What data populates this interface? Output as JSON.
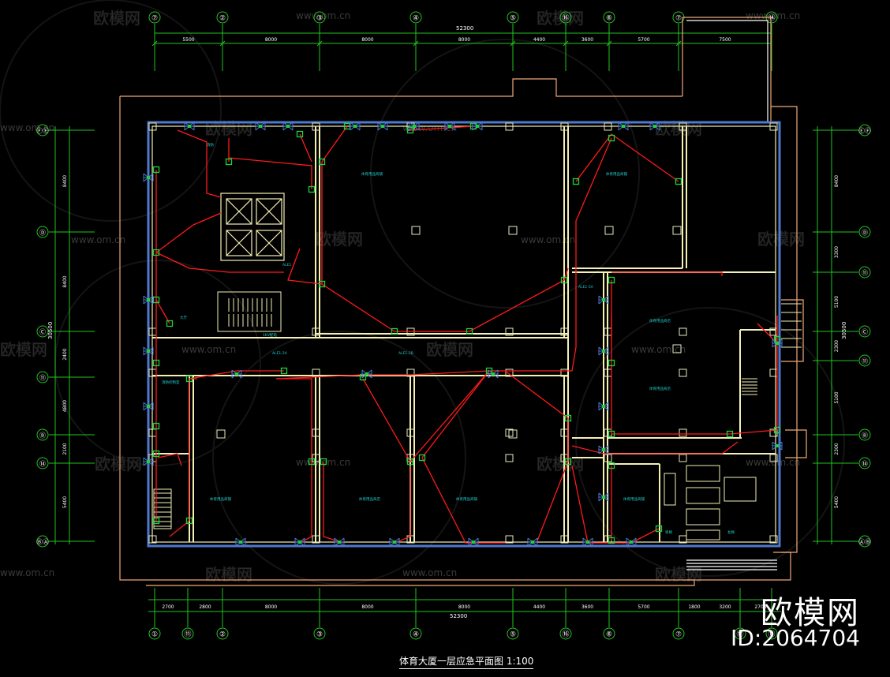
{
  "drawing": {
    "title": "体育大厦一层应急平面图 1:100",
    "watermark_site": "www.om.cn",
    "watermark_name": "欧模网",
    "brand_name": "欧模网",
    "brand_id": "ID:2064704"
  },
  "axes_top": [
    "⑦",
    "②",
    "③",
    "④",
    "⑤",
    "⑯",
    "⑥",
    "⑦",
    "⑭"
  ],
  "axes_bottom": [
    "①",
    "⑪",
    "②",
    "③",
    "④",
    "⑤",
    "⑯",
    "⑥",
    "⑦",
    "⑰",
    "⑭"
  ],
  "axes_left": [
    "ⒻⒺ",
    "Ⓓ",
    "Ⓒ",
    "⑪",
    "Ⓑ",
    "⑭",
    "ⒷⒶ"
  ],
  "axes_right": [
    "ⒺⒻ",
    "Ⓓ",
    "⑪",
    "Ⓒ",
    "⑪",
    "Ⓑ",
    "⑭",
    "ⒶⒷ"
  ],
  "dims_top": [
    "5500",
    "8000",
    "8000",
    "8000",
    "4400",
    "3600",
    "5700",
    "7500"
  ],
  "dims_top_total": "52300",
  "dims_bottom": [
    "2700",
    "2800",
    "8000",
    "8000",
    "8000",
    "4400",
    "3600",
    "5700",
    "1800",
    "3200",
    "2700"
  ],
  "dims_bottom_total": "52300",
  "dims_left": [
    "8400",
    "8400",
    "2400",
    "4800",
    "2100",
    "5400"
  ],
  "dims_left_total": "30500",
  "dims_right": [
    "8400",
    "3300",
    "5100",
    "2300",
    "5100",
    "2300",
    "5400"
  ],
  "dims_right_total": "30500",
  "labels": {
    "ale1": "ALE1",
    "ale1_sub": "ALE1-2A",
    "ale1_2b": "ALE1-2B",
    "alest": "ALE1-5A",
    "room_top_mid": "体育用品商铺",
    "room_top_right": "体育用品商铺",
    "room_right_a": "体育用品商店",
    "room_right_b": "体育用品商店",
    "room_bot_1": "体育用品商铺",
    "room_bot_2": "体育用品商店",
    "room_bot_3": "体育用品商铺",
    "room_bot_4": "体育用品商铺",
    "room_left_hall": "大厅",
    "room_left_corr": "消防控制室",
    "room_wc1": "男厕",
    "room_wc2": "女厕",
    "tag_fire": "消防",
    "tag_kv": "1KV配电"
  },
  "colors": {
    "background": "#000000",
    "wall": "#f5f0b4",
    "column": "#e8e8c0",
    "emergency_circuit": "#ff1a1a",
    "fixture": "#19d43c",
    "axis_line": "#21c421",
    "dim_text": "#ffffff",
    "exterior_outline": "#f0a878",
    "annotation": "#20d0d0"
  }
}
